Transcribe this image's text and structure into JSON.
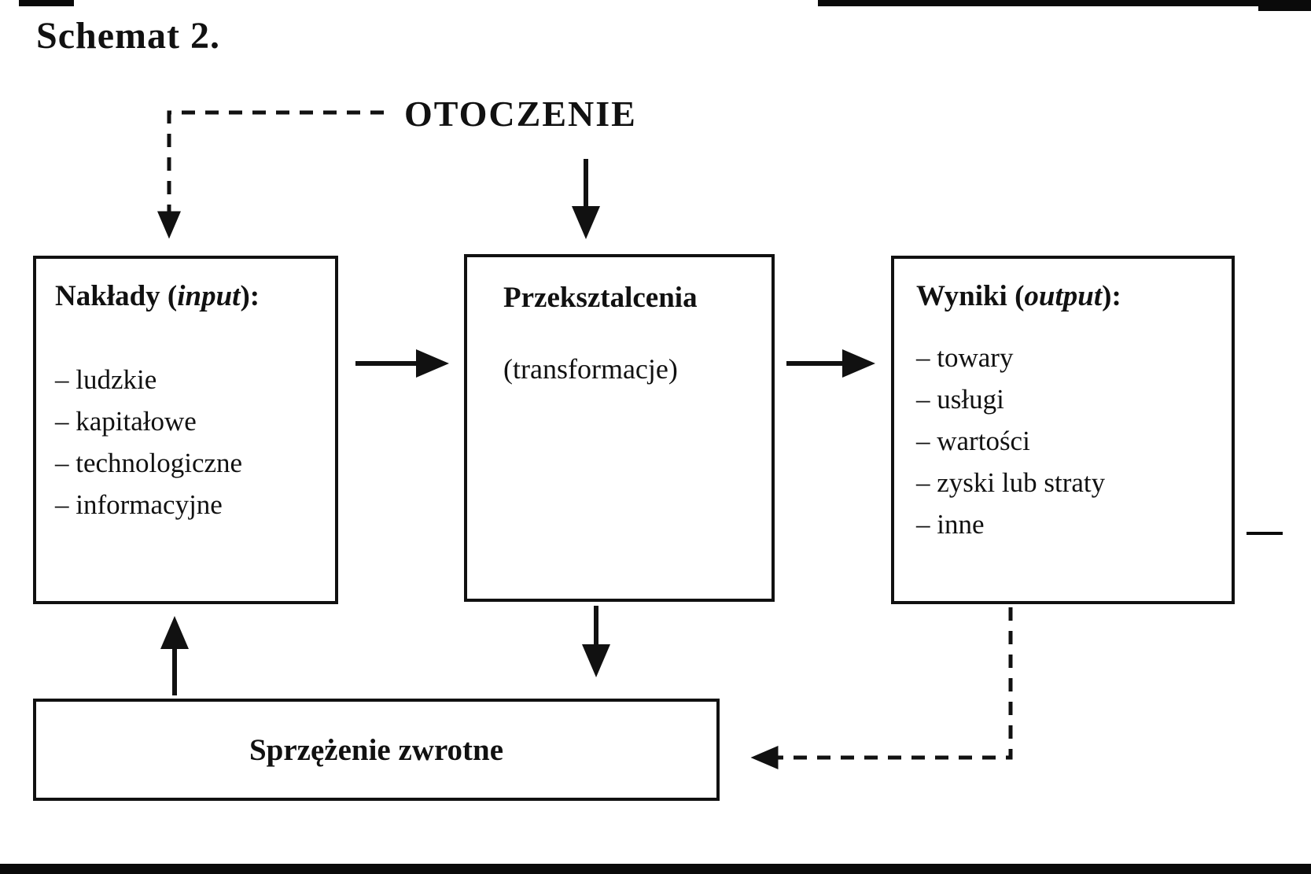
{
  "title": "Schemat 2.",
  "environment": {
    "label": "OTOCZENIE"
  },
  "inputs_box": {
    "title_prefix": "Nakłady (",
    "title_italic": "input",
    "title_suffix": "):",
    "items": [
      "– ludzkie",
      "– kapitałowe",
      "– technologiczne",
      "– informacyjne"
    ]
  },
  "transform_box": {
    "title": "Przeksztalcenia",
    "subtitle": "(transformacje)"
  },
  "outputs_box": {
    "title_prefix": "Wyniki (",
    "title_italic": "output",
    "title_suffix": "):",
    "items": [
      "– towary",
      "– usługi",
      "– wartości",
      "– zyski lub straty",
      "– inne"
    ]
  },
  "feedback_box": {
    "label": "Sprzężenie zwrotne"
  },
  "colors": {
    "ink": "#111111",
    "background": "#ffffff"
  }
}
